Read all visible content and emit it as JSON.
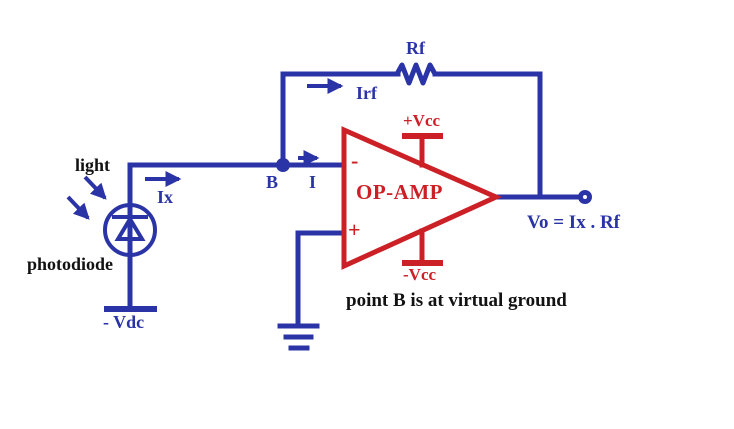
{
  "title": "photodiode transimpedance op-amp circuit diagram",
  "colors": {
    "wire_blue": "#2b34a6",
    "opamp_red": "#cc2027",
    "text_black": "#121212",
    "background": "#ffffff"
  },
  "labels": {
    "light": "light",
    "photodiode": "photodiode",
    "ix_current": "Ix",
    "vdc_supply": "- Vdc",
    "node_b": "B",
    "input_current": "I",
    "irf_current": "Irf",
    "feedback_resistor": "Rf",
    "positive_supply": "+Vcc",
    "negative_supply": "-Vcc",
    "opamp": "OP-AMP",
    "inverting_input_sign": "-",
    "noninverting_input_sign": "+",
    "output_equation": "Vo = Ix . Rf",
    "annotation": "point B is at virtual ground"
  }
}
